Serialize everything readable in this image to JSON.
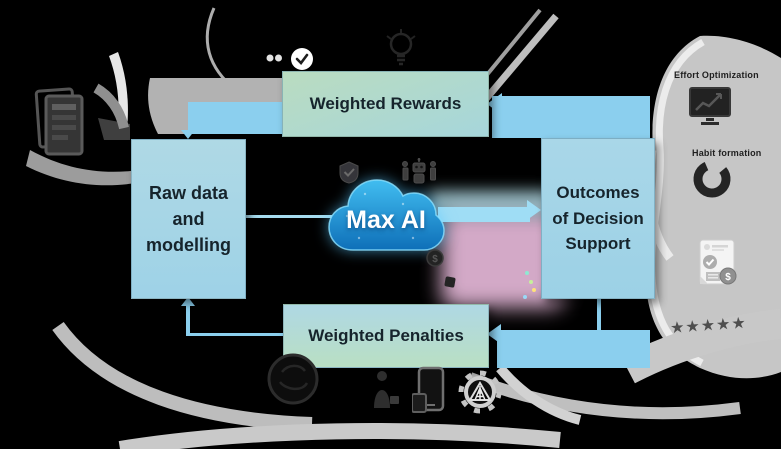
{
  "cloud": {
    "label": "Max AI"
  },
  "boxes": {
    "raw_data": {
      "line1": "Raw data",
      "line2": "and",
      "line3": "modelling"
    },
    "outcomes": {
      "line1": "Outcomes",
      "line2": "of Decision",
      "line3": "Support"
    },
    "rewards": {
      "label": "Weighted Rewards"
    },
    "penalties": {
      "label": "Weighted Penalties"
    }
  },
  "side_annotations": {
    "optimization_label": "Effort Optimization",
    "habit_label": "Habit formation"
  },
  "glyphs": {
    "stars": "★★★★★",
    "dollar": "$"
  },
  "colors": {
    "background": "#000000",
    "arrow_blue": "#8BCFEE",
    "arrow_light_blue": "#A6DCEF",
    "box_blue_top": "#AFD9E5",
    "box_blue_bottom": "#9ED2E7",
    "rewards_gradient_start": "#BADCC0",
    "rewards_gradient_end": "#A6D6DB",
    "penalties_gradient_start": "#AFD8E4",
    "penalties_gradient_end": "#B9DFC3",
    "cloud_blue_top": "#41BDF0",
    "cloud_blue_bottom": "#0E6FB8",
    "pink_glow": "#F8C7EA",
    "swoosh_gray": "#C6C6C6"
  }
}
